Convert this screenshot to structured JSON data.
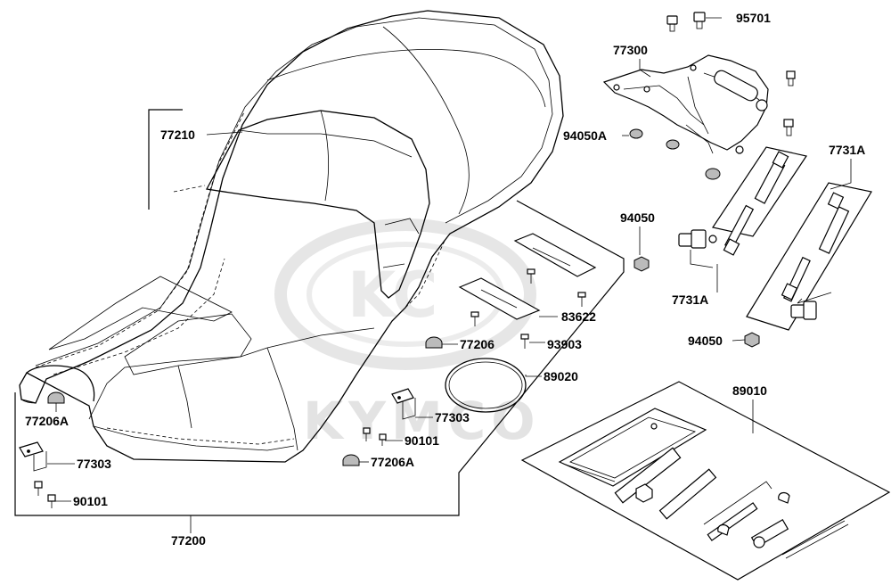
{
  "watermark": {
    "brand": "KYMCO"
  },
  "parts": {
    "p95701": "95701",
    "p77300": "77300",
    "p94050A": "94050A",
    "p77210": "77210",
    "p7731A_top": "7731A",
    "p94050_top": "94050",
    "p7731A_mid": "7731A",
    "p94050_bottom": "94050",
    "p83622": "83622",
    "p77206": "77206",
    "p93903": "93903",
    "p89020": "89020",
    "p89010": "89010",
    "p77303_right": "77303",
    "p90101_right": "90101",
    "p77206A_right": "77206A",
    "p77206A_left": "77206A",
    "p77303_left": "77303",
    "p90101_left": "90101",
    "p77200": "77200"
  }
}
